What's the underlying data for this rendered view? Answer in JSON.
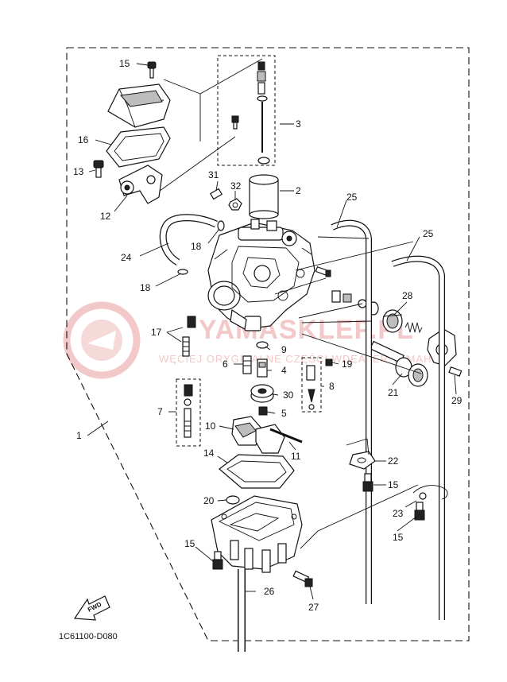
{
  "diagram_code": "1C61100-D080",
  "direction_badge": "FWD",
  "watermark": {
    "main": "YAMASKLEP.PL",
    "sub": "WĘCIEJ ORYGINALNE CZĘŚCI WDEALER YAMAHA"
  },
  "callouts": [
    {
      "id": "c1",
      "label": "1"
    },
    {
      "id": "c2",
      "label": "2"
    },
    {
      "id": "c3",
      "label": "3"
    },
    {
      "id": "c4",
      "label": "4"
    },
    {
      "id": "c5",
      "label": "5"
    },
    {
      "id": "c6",
      "label": "6"
    },
    {
      "id": "c7",
      "label": "7"
    },
    {
      "id": "c8",
      "label": "8"
    },
    {
      "id": "c9",
      "label": "9"
    },
    {
      "id": "c10",
      "label": "10"
    },
    {
      "id": "c11",
      "label": "11"
    },
    {
      "id": "c12",
      "label": "12"
    },
    {
      "id": "c13",
      "label": "13"
    },
    {
      "id": "c14",
      "label": "14"
    },
    {
      "id": "c15a",
      "label": "15"
    },
    {
      "id": "c15b",
      "label": "15"
    },
    {
      "id": "c15c",
      "label": "15"
    },
    {
      "id": "c15d",
      "label": "15"
    },
    {
      "id": "c16",
      "label": "16"
    },
    {
      "id": "c17",
      "label": "17"
    },
    {
      "id": "c18a",
      "label": "18"
    },
    {
      "id": "c18b",
      "label": "18"
    },
    {
      "id": "c19",
      "label": "19"
    },
    {
      "id": "c20",
      "label": "20"
    },
    {
      "id": "c21",
      "label": "21"
    },
    {
      "id": "c22",
      "label": "22"
    },
    {
      "id": "c23",
      "label": "23"
    },
    {
      "id": "c24",
      "label": "24"
    },
    {
      "id": "c25a",
      "label": "25"
    },
    {
      "id": "c25b",
      "label": "25"
    },
    {
      "id": "c26",
      "label": "26"
    },
    {
      "id": "c27",
      "label": "27"
    },
    {
      "id": "c28",
      "label": "28"
    },
    {
      "id": "c29",
      "label": "29"
    },
    {
      "id": "c30",
      "label": "30"
    },
    {
      "id": "c31",
      "label": "31"
    },
    {
      "id": "c32",
      "label": "32"
    }
  ]
}
